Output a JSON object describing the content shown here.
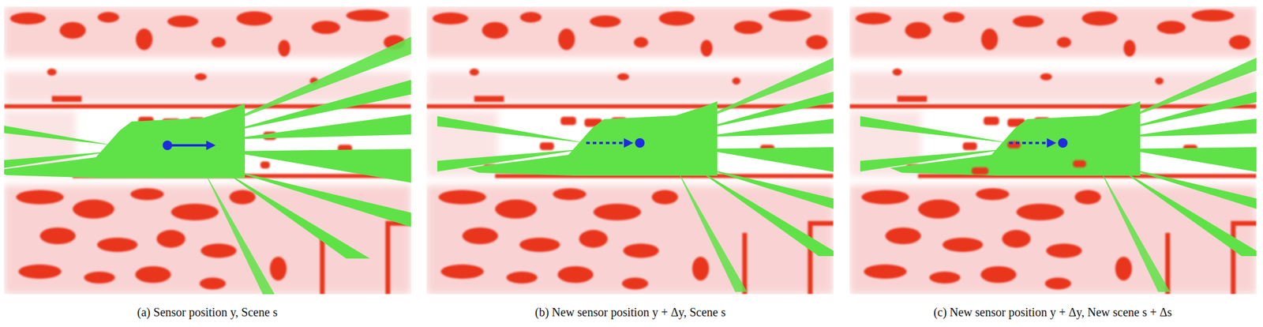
{
  "diagram": {
    "labels": [
      "(a) Sensor position y,  Scene s",
      "(b) New sensor position y + Δy,  Scene s",
      "(c) New sensor position y + Δy,  New scene s + Δs"
    ]
  }
}
